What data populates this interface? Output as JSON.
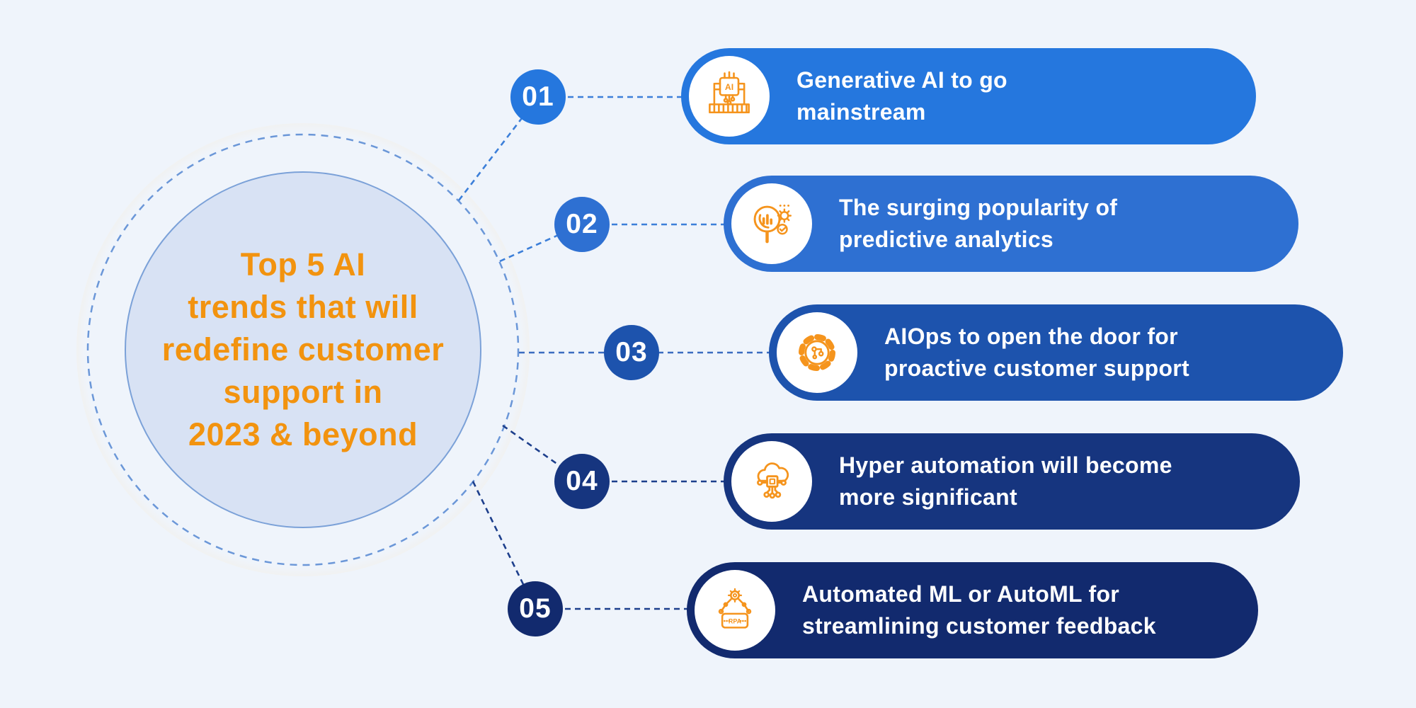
{
  "background_color": "#eff4fb",
  "icon_color": "#f5941d",
  "center": {
    "title_lines": [
      "Top 5 AI",
      "trends that will",
      "redefine customer",
      "support in",
      "2023 & beyond"
    ],
    "text_color": "#f2930f",
    "fill": "#d8e2f4",
    "border_color": "#7ba1d8",
    "ring_color": "#6b97d8",
    "glow_color": "#f8ead2"
  },
  "items": [
    {
      "number": "01",
      "title_lines": [
        "Generative AI to go",
        "mainstream"
      ],
      "color": "#2577de",
      "connector_color": "#3c7fd9",
      "icon": "generative-ai-chip-icon",
      "icon_label": "AI"
    },
    {
      "number": "02",
      "title_lines": [
        "The surging popularity of",
        "predictive analytics"
      ],
      "color": "#2e70d2",
      "connector_color": "#3c7fd9",
      "icon": "predictive-analytics-magnifier-icon"
    },
    {
      "number": "03",
      "title_lines": [
        "AIOps to open the door for",
        "proactive customer support"
      ],
      "color": "#1d53ad",
      "connector_color": "#3b6cc0",
      "icon": "aiops-gear-circuit-icon"
    },
    {
      "number": "04",
      "title_lines": [
        "Hyper automation will become",
        "more significant"
      ],
      "color": "#16357f",
      "connector_color": "#1d3f8c",
      "icon": "hyper-automation-cloud-icon"
    },
    {
      "number": "05",
      "title_lines": [
        "Automated ML or AutoML for",
        "streamlining customer feedback"
      ],
      "color": "#122a6e",
      "connector_color": "#1d3f8c",
      "icon": "automl-rpa-robot-icon",
      "icon_label": "RPA"
    }
  ]
}
